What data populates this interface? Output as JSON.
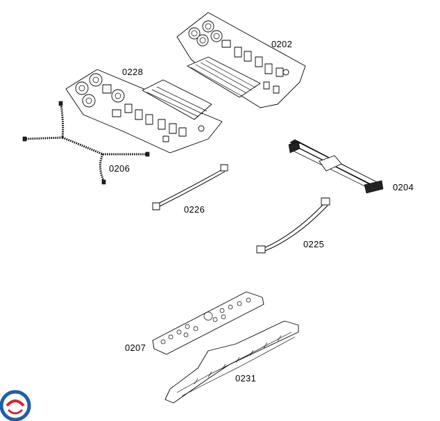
{
  "labels": {
    "p0202": "0202",
    "p0228": "0228",
    "p0206": "0206",
    "p0204": "0204",
    "p0226": "0226",
    "p0225": "0225",
    "p0207": "0207",
    "p0231": "0231"
  },
  "colors": {
    "line": "#000000",
    "background": "#ffffff",
    "logo_blue": "#1f5fa8",
    "logo_red": "#d8232a"
  }
}
